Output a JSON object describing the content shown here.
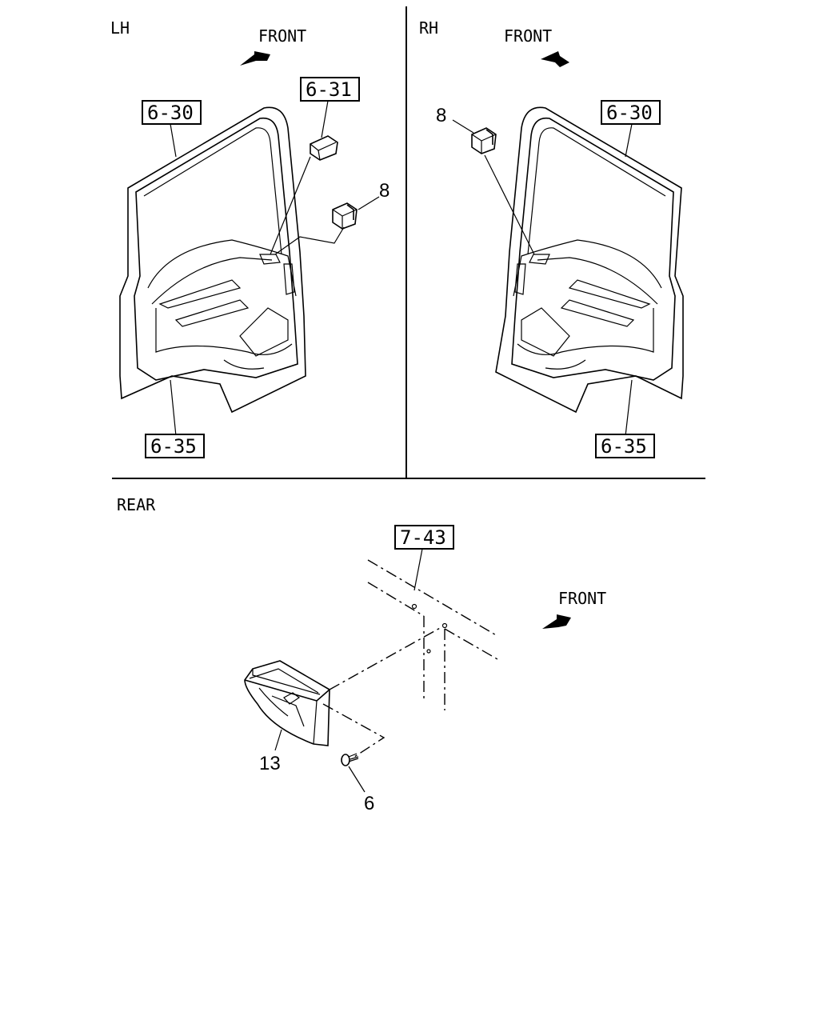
{
  "panels": {
    "lh": {
      "label": "LH",
      "front": "FRONT",
      "refs": {
        "door_upper": "6-30",
        "door_lower": "6-35",
        "mirror_switch": "6-31"
      },
      "callouts": {
        "clip": "8"
      }
    },
    "rh": {
      "label": "RH",
      "front": "FRONT",
      "refs": {
        "door_upper": "6-30",
        "door_lower": "6-35"
      },
      "callouts": {
        "clip": "8"
      }
    },
    "rear": {
      "label": "REAR",
      "front": "FRONT",
      "refs": {
        "frame": "7-43"
      },
      "callouts": {
        "lamp": "13",
        "screw": "6"
      }
    }
  }
}
